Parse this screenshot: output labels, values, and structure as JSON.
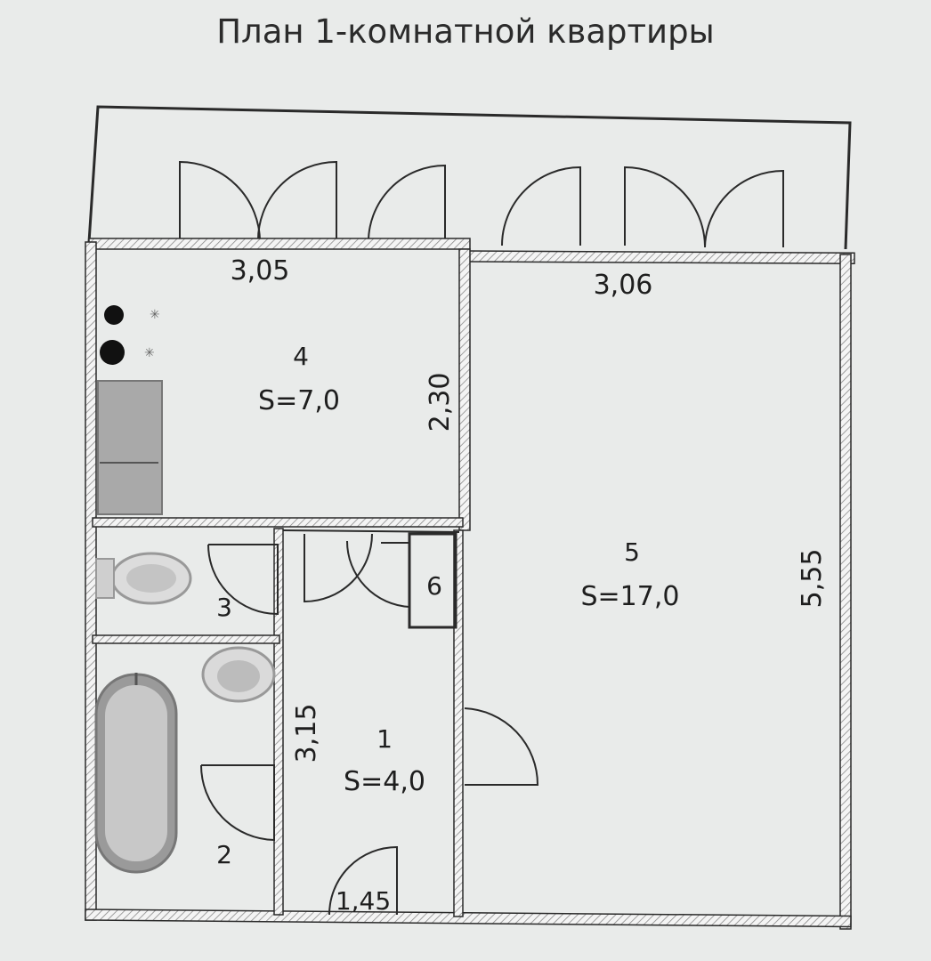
{
  "title": "План 1-комнатной квартиры",
  "colors": {
    "background": "#e9ebea",
    "wall_stroke": "#2a2a2a",
    "wall_hatch": "#8a8a8a",
    "line": "#2a2a2a",
    "fixture": "#bdbdbd",
    "text": "#1e1e1e"
  },
  "rooms": [
    {
      "number": "1",
      "area": "S=4,0"
    },
    {
      "number": "2"
    },
    {
      "number": "3"
    },
    {
      "number": "4",
      "area": "S=7,0"
    },
    {
      "number": "5",
      "area": "S=17,0"
    },
    {
      "number": "6"
    }
  ],
  "dimensions": [
    "3,05",
    "3,06",
    "2,30",
    "5,55",
    "3,15",
    "1,45"
  ],
  "fixtures": [
    "stove-burner-icon",
    "sink-icon",
    "toilet-icon",
    "washbasin-icon",
    "bathtub-icon"
  ]
}
